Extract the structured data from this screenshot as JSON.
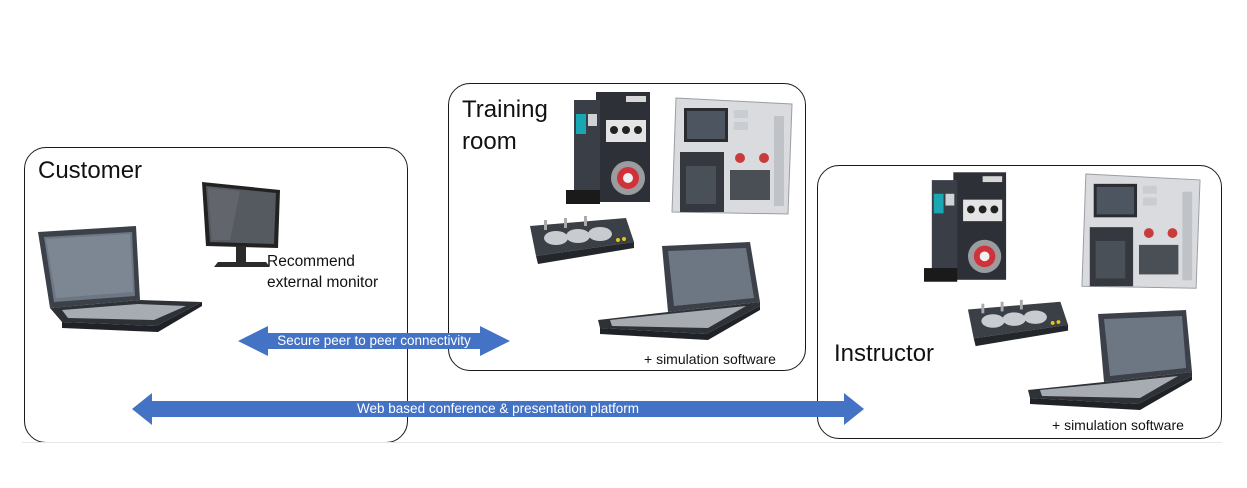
{
  "groups": {
    "customer": {
      "title": "Customer",
      "monitor_note_line1": "Recommend",
      "monitor_note_line2": "external monitor"
    },
    "training_room": {
      "title_line1": "Training",
      "title_line2": "room",
      "caption": "+ simulation software"
    },
    "instructor": {
      "title": "Instructor",
      "caption": "+ simulation software"
    }
  },
  "connections": {
    "peer_to_peer": "Secure peer to peer connectivity",
    "web_conference": "Web based conference & presentation platform"
  },
  "colors": {
    "arrow_fill": "#4472c4",
    "box_border": "#1a1a1a"
  },
  "icons": [
    "laptop-icon",
    "monitor-icon",
    "plc-trainer-icon",
    "hmi-panel-icon",
    "valve-module-icon"
  ]
}
